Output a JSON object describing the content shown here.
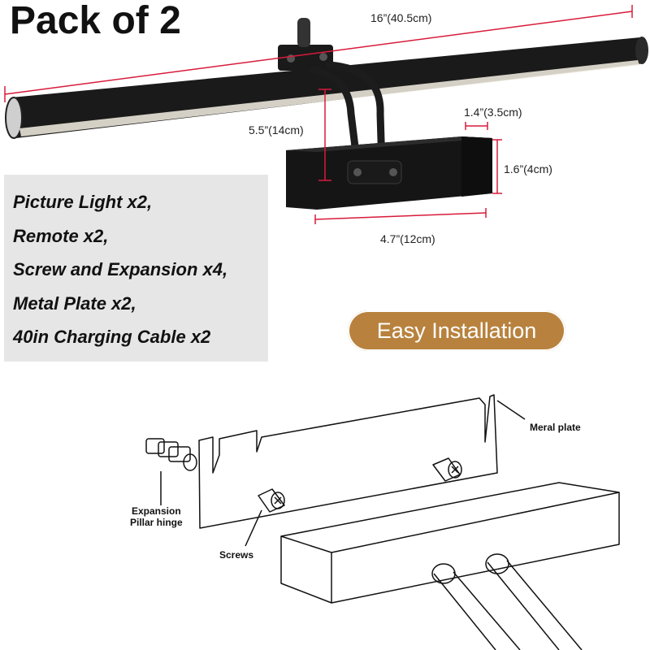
{
  "title": "Pack of 2",
  "dimensions": {
    "length": "16”(40.5cm)",
    "arm": "5.5”(14cm)",
    "depth": "1.4”(3.5cm)",
    "height": "1.6”(4cm)",
    "base_width": "4.7”(12cm)"
  },
  "package_contents": [
    "Picture Light x2,",
    "Remote x2,",
    "Screw and Expansion x4,",
    "Metal Plate x2,",
    "40in Charging Cable x2"
  ],
  "badge_label": "Easy Installation",
  "diagram_labels": {
    "metal_plate": "Meral plate",
    "expansion_line1": "Expansion",
    "expansion_line2": "Pillar hinge",
    "screws": "Screws"
  },
  "colors": {
    "dimension_line": "#d81b3a",
    "badge": "#b8823e",
    "contents_background": "#e6e6e6",
    "fixture": "#1a1a1a"
  }
}
